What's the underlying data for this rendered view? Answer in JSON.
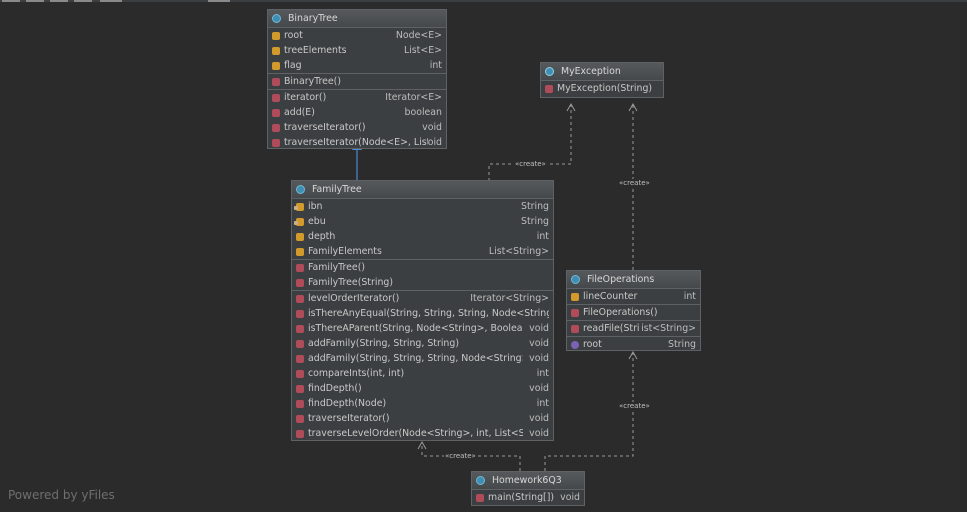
{
  "watermark": "Powered by yFiles",
  "colors": {
    "background": "#2b2b2b",
    "node_fill": "#3c3f41",
    "node_border": "#5e6264",
    "inheritance_edge": "#4b8ad0",
    "dependency_edge": "#9a9a9a"
  },
  "dependency_label": "«create»",
  "classes": {
    "binary_tree": {
      "icon": "class-icon",
      "title": "BinaryTree",
      "fields": [
        {
          "icon": "field-icon",
          "name": "root",
          "type": "Node<E>"
        },
        {
          "icon": "field-icon",
          "name": "treeElements",
          "type": "List<E>"
        },
        {
          "icon": "field-icon",
          "name": "flag",
          "type": "int"
        }
      ],
      "constructors": [
        {
          "icon": "method-icon",
          "name": "BinaryTree()",
          "type": ""
        }
      ],
      "methods": [
        {
          "icon": "method-icon",
          "name": "iterator()",
          "type": "Iterator<E>"
        },
        {
          "icon": "method-icon",
          "name": "add(E)",
          "type": "boolean"
        },
        {
          "icon": "method-icon",
          "name": "traverseIterator()",
          "type": "void"
        },
        {
          "icon": "method-icon",
          "name": "traverseIterator(Node<E>, List<E>)",
          "type": "oid"
        }
      ]
    },
    "my_exception": {
      "icon": "exception-class-icon",
      "title": "MyException",
      "constructors": [
        {
          "icon": "method-icon",
          "name": "MyException(String)",
          "type": ""
        }
      ]
    },
    "family_tree": {
      "icon": "class-icon",
      "title": "FamilyTree",
      "fields": [
        {
          "icon": "locked-field-icon",
          "name": "ibn",
          "type": "String"
        },
        {
          "icon": "locked-field-icon",
          "name": "ebu",
          "type": "String"
        },
        {
          "icon": "field-icon",
          "name": "depth",
          "type": "int"
        },
        {
          "icon": "field-icon",
          "name": "FamilyElements",
          "type": "List<String>"
        }
      ],
      "constructors": [
        {
          "icon": "method-icon",
          "name": "FamilyTree()",
          "type": ""
        },
        {
          "icon": "method-icon",
          "name": "FamilyTree(String)",
          "type": ""
        }
      ],
      "methods": [
        {
          "icon": "method-icon",
          "name": "levelOrderIterator()",
          "type": "Iterator<String>"
        },
        {
          "icon": "method-icon",
          "name": "isThereAnyEqual(String, String, String, Node<String>, Boole",
          "type": ""
        },
        {
          "icon": "method-icon",
          "name": "isThereAParent(String, Node<String>, Boolean[])",
          "type": "void"
        },
        {
          "icon": "method-icon",
          "name": "addFamily(String, String, String)",
          "type": "void"
        },
        {
          "icon": "method-icon",
          "name": "addFamily(String, String, String, Node<String>)",
          "type": "void"
        },
        {
          "icon": "method-icon",
          "name": "compareInts(int, int)",
          "type": "int"
        },
        {
          "icon": "method-icon",
          "name": "findDepth()",
          "type": "void"
        },
        {
          "icon": "method-icon",
          "name": "findDepth(Node)",
          "type": "int"
        },
        {
          "icon": "method-icon",
          "name": "traverseIterator()",
          "type": "void"
        },
        {
          "icon": "method-icon",
          "name": "traverseLevelOrder(Node<String>, int, List<String>)",
          "type": "void"
        }
      ]
    },
    "file_operations": {
      "icon": "class-icon",
      "title": "FileOperations",
      "fields": [
        {
          "icon": "field-icon",
          "name": "lineCounter",
          "type": "int"
        }
      ],
      "constructors": [
        {
          "icon": "method-icon",
          "name": "FileOperations()",
          "type": ""
        }
      ],
      "methods": [
        {
          "icon": "method-icon",
          "name": "readFile(String)",
          "type": "ist<String>"
        }
      ],
      "properties": [
        {
          "icon": "property-icon",
          "name": "root",
          "type": "String"
        }
      ]
    },
    "homework": {
      "icon": "class-icon",
      "title": "Homework6Q3",
      "methods": [
        {
          "icon": "main-method-icon",
          "name": "main(String[])",
          "type": "void"
        }
      ]
    }
  }
}
